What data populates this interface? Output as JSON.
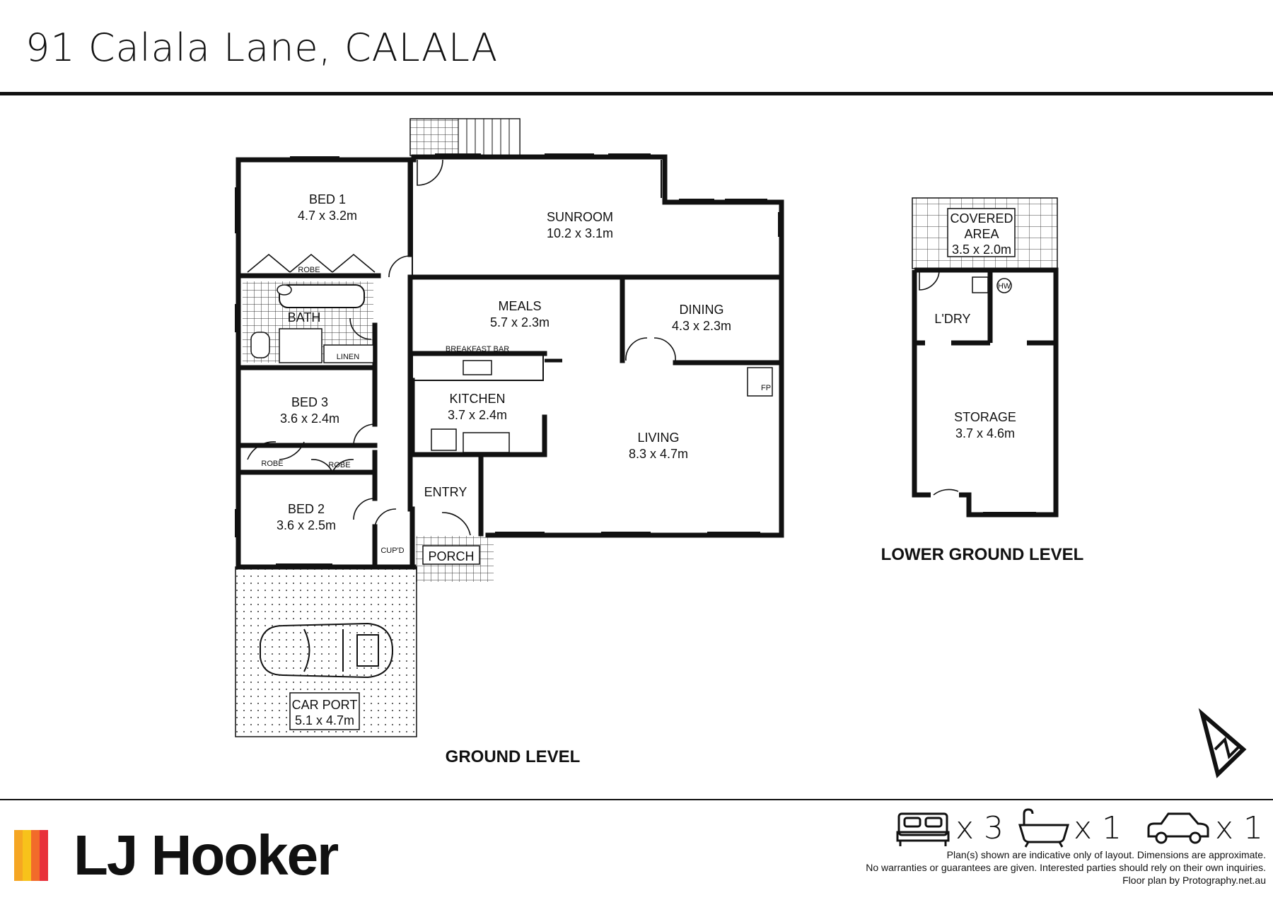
{
  "header": {
    "address": "91 Calala Lane, CALALA"
  },
  "ground_level": {
    "label": "GROUND LEVEL",
    "rooms": {
      "bed1": {
        "name": "BED 1",
        "size": "4.7 x 3.2m"
      },
      "sunroom": {
        "name": "SUNROOM",
        "size": "10.2 x 3.1m"
      },
      "meals": {
        "name": "MEALS",
        "size": "5.7 x 2.3m"
      },
      "dining": {
        "name": "DINING",
        "size": "4.3 x 2.3m"
      },
      "kitchen": {
        "name": "KITCHEN",
        "size": "3.7 x 2.4m"
      },
      "living": {
        "name": "LIVING",
        "size": "8.3 x 4.7m"
      },
      "bed3": {
        "name": "BED 3",
        "size": "3.6 x 2.4m"
      },
      "bed2": {
        "name": "BED 2",
        "size": "3.6 x 2.5m"
      },
      "carport": {
        "name": "CAR PORT",
        "size": "5.1 x 4.7m"
      }
    },
    "labels": {
      "bath": "BATH",
      "linen": "LINEN",
      "robe1": "ROBE",
      "robe3": "ROBE",
      "robe2": "ROBE",
      "breakfast_bar": "BREAKFAST BAR",
      "entry": "ENTRY",
      "porch": "PORCH",
      "cupd": "CUP'D",
      "fp": "FP"
    }
  },
  "lower_ground_level": {
    "label": "LOWER GROUND LEVEL",
    "covered_area": {
      "line1": "COVERED",
      "line2": "AREA",
      "size": "3.5 x 2.0m"
    },
    "laundry": "L'DRY",
    "hw": "HW",
    "storage": {
      "name": "STORAGE",
      "size": "3.7 x 4.6m"
    }
  },
  "features": {
    "bedrooms": "x 3",
    "bathrooms": "x 1",
    "cars": "x 1"
  },
  "brand": {
    "name": "LJ Hooker",
    "colors": [
      "#f5a623",
      "#f7c21b",
      "#f26b2a",
      "#e8313b"
    ]
  },
  "disclaimer": {
    "line1": "Plan(s) shown are indicative only of layout. Dimensions are approximate.",
    "line2": "No warranties or guarantees are given. Interested parties should rely on their own inquiries.",
    "line3": "Floor plan by Protography.net.au"
  }
}
